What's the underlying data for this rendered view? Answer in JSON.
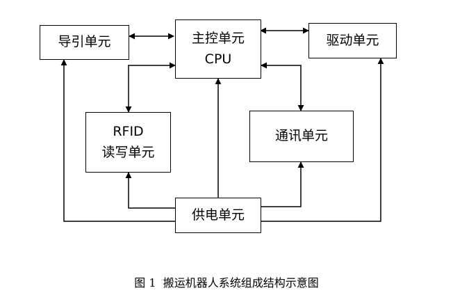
{
  "nodes": {
    "guide": {
      "label": "导引单元"
    },
    "main": {
      "line1": "主控单元",
      "line2": "CPU"
    },
    "drive": {
      "label": "驱动单元"
    },
    "rfid": {
      "line1": "RFID",
      "line2": "读写单元"
    },
    "comm": {
      "label": "通讯单元"
    },
    "power": {
      "label": "供电单元"
    }
  },
  "edges": [
    {
      "from": "guide",
      "to": "main",
      "direction": "both"
    },
    {
      "from": "main",
      "to": "drive",
      "direction": "both"
    },
    {
      "from": "main",
      "to": "rfid",
      "direction": "both"
    },
    {
      "from": "main",
      "to": "comm",
      "direction": "both"
    },
    {
      "from": "power",
      "to": "main",
      "direction": "forward"
    },
    {
      "from": "power",
      "to": "rfid",
      "direction": "forward"
    },
    {
      "from": "power",
      "to": "comm",
      "direction": "forward"
    },
    {
      "from": "power",
      "to": "guide",
      "direction": "forward"
    },
    {
      "from": "power",
      "to": "drive",
      "direction": "forward"
    }
  ],
  "caption": "图 1  搬运机器人系统组成结构示意图"
}
